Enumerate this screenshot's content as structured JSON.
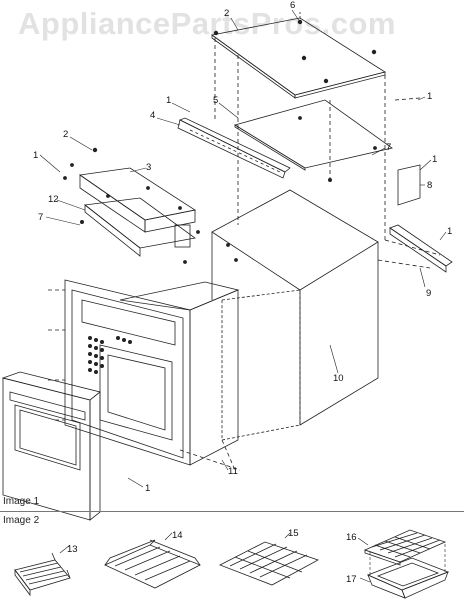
{
  "watermark": "AppliancePartsPros.com",
  "sections": {
    "image1": "Image 1",
    "image2": "Image 2"
  },
  "callouts": {
    "c1a": "1",
    "c1b": "1",
    "c1c": "1",
    "c1d": "1",
    "c1e": "1",
    "c1f": "1",
    "c2a": "2",
    "c2b": "2",
    "c3": "3",
    "c4": "4",
    "c5": "5",
    "c6": "6",
    "c7a": "7",
    "c7b": "7",
    "c8": "8",
    "c9": "9",
    "c10": "10",
    "c11": "11",
    "c12": "12",
    "c13": "13",
    "c14": "14",
    "c15": "15",
    "c16": "16",
    "c17": "17"
  }
}
